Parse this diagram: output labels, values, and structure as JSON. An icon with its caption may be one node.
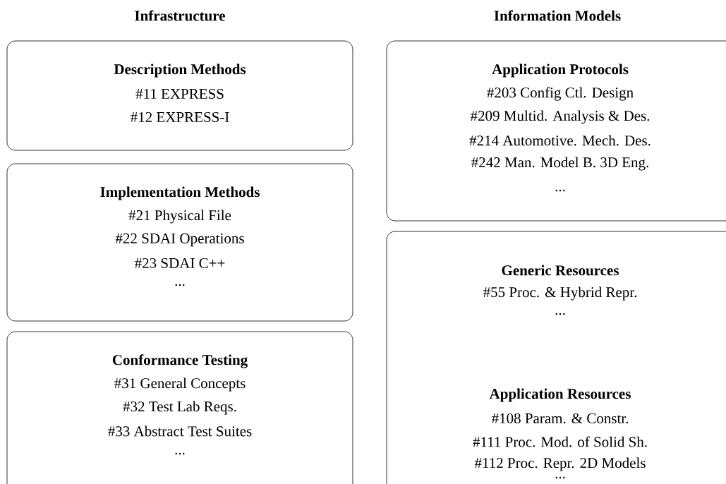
{
  "diagram": {
    "nodes": [
      {
        "text": [
          "Description Methods",
          "#11 EXPRESS",
          "#12 EXPRESS-I"
        ]
      },
      {
        "text": [
          "Implementation Methods",
          "#21 Physical File",
          "#22 SDAI Operations",
          "#23 SDAI C++",
          "..."
        ]
      },
      {
        "text": [
          "Conformance Testing",
          "#31 General Concepts",
          "#32 Test Lab Reqs.",
          "#33 Abstract Test Suites",
          "..."
        ]
      },
      {
        "text": [
          "Application Protocols",
          "#203 Config Ctl. Design",
          "#209 Multid. Analysis & Des.",
          "#214 Automotive. Mech. Des.",
          "#242 Man. Model B. 3D Eng.",
          "..."
        ]
      },
      {
        "text": [
          "Generic Resources",
          "#55 Proc. & Hybrid Repr.",
          "...",
          "Application Resources",
          "#108 Param. & Constr.",
          "#111 Proc. Mod. of Solid Sh.",
          "#112 Proc. Repr. 2D Models",
          "..."
        ]
      }
    ],
    "labels": [
      "Infrastructure",
      "Information Models"
    ]
  }
}
